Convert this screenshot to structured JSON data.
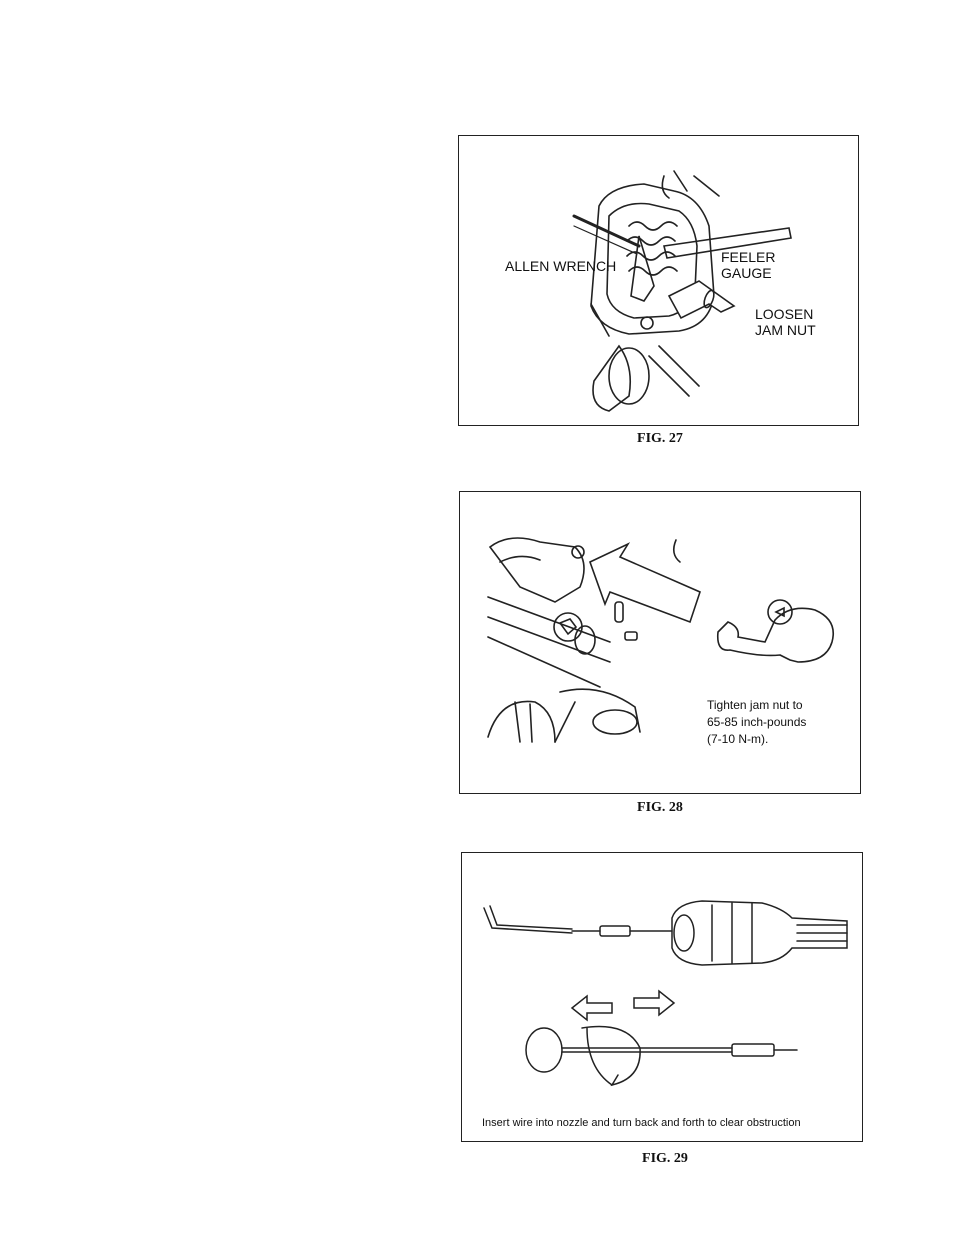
{
  "fig27": {
    "caption": "FIG. 27",
    "labels": {
      "allen_wrench": "ALLEN WRENCH",
      "feeler_gauge_1": "FEELER",
      "feeler_gauge_2": "GAUGE",
      "loosen_1": "LOOSEN",
      "loosen_2": "JAM NUT"
    }
  },
  "fig28": {
    "caption": "FIG. 28",
    "note": [
      "Tighten jam nut to",
      "65-85 inch-pounds",
      "(7-10 N-m)."
    ]
  },
  "fig29": {
    "caption": "FIG. 29",
    "note": "Insert wire into nozzle and turn back and forth to clear obstruction"
  }
}
